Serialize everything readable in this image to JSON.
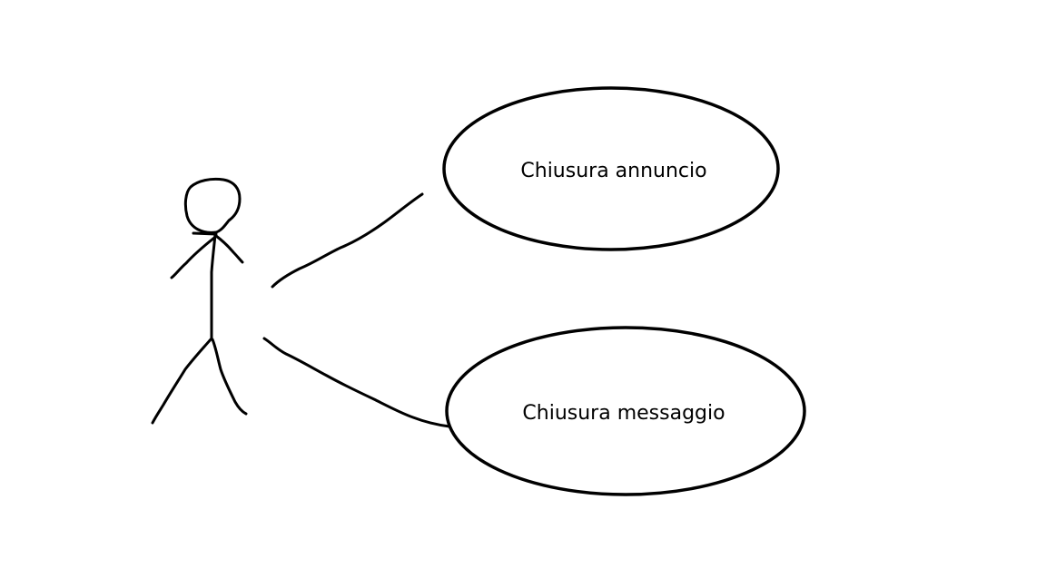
{
  "diagram": {
    "type": "use-case",
    "use_cases": [
      {
        "label": "Chiusura annuncio"
      },
      {
        "label": "Chiusura messaggio"
      }
    ],
    "actor": {
      "label": ""
    }
  },
  "colors": {
    "background": "#ffffff",
    "stroke": "#000000"
  }
}
